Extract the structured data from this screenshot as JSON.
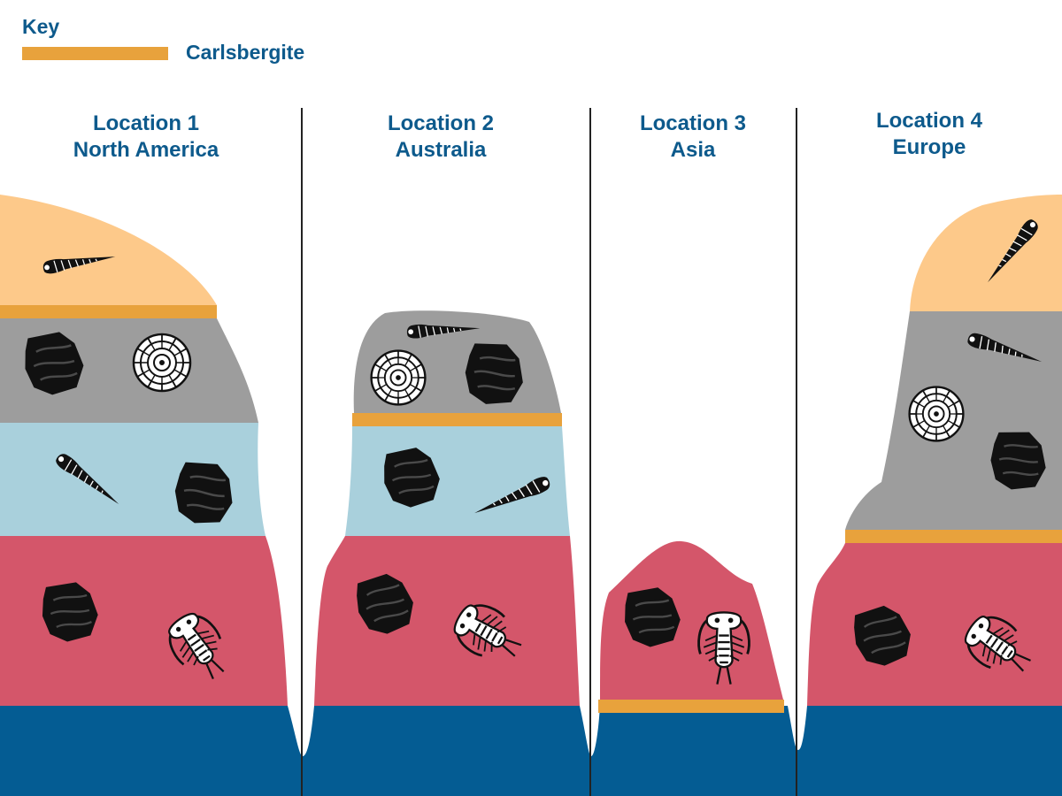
{
  "key": {
    "title": "Key",
    "items": [
      {
        "label": "Carlsbergite",
        "color": "#e8a23c"
      }
    ]
  },
  "columns": [
    {
      "title": "Location 1",
      "subtitle": "North America"
    },
    {
      "title": "Location 2",
      "subtitle": "Australia"
    },
    {
      "title": "Location 3",
      "subtitle": "Asia"
    },
    {
      "title": "Location 4",
      "subtitle": "Europe"
    }
  ],
  "colors": {
    "title_text": "#0d5a8c",
    "top_layer": "#fdc98a",
    "grey_layer": "#9d9d9d",
    "blue_layer": "#a9d0dc",
    "red_layer": "#d4566a",
    "base_layer": "#045c93",
    "carlsbergite": "#e8a23c",
    "divider": "#222222",
    "fossil": "#111111"
  },
  "fossils": {
    "shell": "shell-fossil-icon",
    "ammonite": "ammonite-fossil-icon",
    "coal": "rock-fossil-icon",
    "trilobite": "trilobite-fossil-icon"
  }
}
